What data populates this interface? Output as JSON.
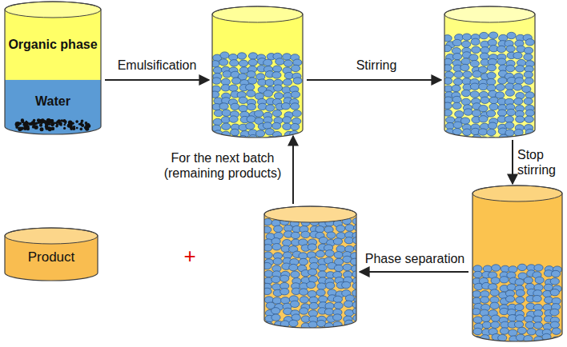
{
  "diagram": {
    "nodes": [
      {
        "text": []
      },
      {
        "text": [
          "Organic phase"
        ],
        "in": 0
      },
      {
        "text": [
          "Water"
        ],
        "in": 0
      },
      {
        "text": []
      },
      {
        "text": []
      },
      {
        "text": []
      },
      {
        "text": []
      },
      {
        "text": [
          "Product"
        ]
      }
    ],
    "edges": [
      {
        "from": 0,
        "to": 3,
        "label": "Emulsification",
        "arrow": "to"
      },
      {
        "from": 3,
        "to": 4,
        "label": "Stirring",
        "arrow": "to"
      },
      {
        "from": 4,
        "to": 5,
        "label": "Stop stirring",
        "arrow": "to"
      },
      {
        "from": 5,
        "to": 6,
        "label": "Phase separation",
        "arrow": "to"
      },
      {
        "from": 6,
        "to": 3,
        "label": "For the next batch (remaining products)",
        "arrow": "to"
      }
    ],
    "labels": [
      "+"
    ]
  }
}
